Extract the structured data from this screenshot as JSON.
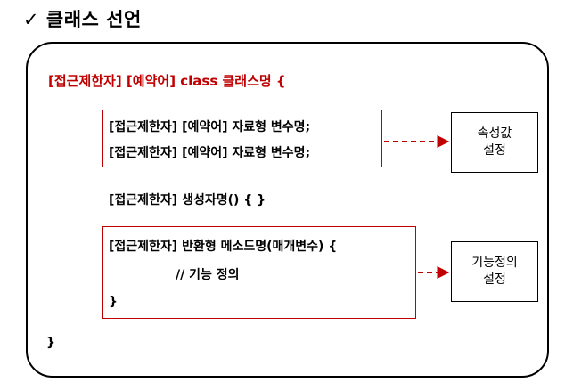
{
  "heading": "✓ 클래스 선언",
  "class_declaration": "[접근제한자] [예약어] class 클래스명 {",
  "attributes": {
    "lines": [
      "[접근제한자] [예약어] 자료형 변수명;",
      "[접근제한자] [예약어] 자료형 변수명;"
    ]
  },
  "constructor_line": "[접근제한자] 생성자명() { }",
  "method": {
    "signature": "[접근제한자] 반환형 메소드명(매개변수) {",
    "comment": "// 기능 정의",
    "close": "}"
  },
  "class_close": "}",
  "notes": {
    "attribute_note": {
      "line1": "속성값",
      "line2": "설정"
    },
    "method_note": {
      "line1": "기능정의",
      "line2": "설정"
    }
  },
  "colors": {
    "accent": "#c00000",
    "text": "#000000"
  }
}
